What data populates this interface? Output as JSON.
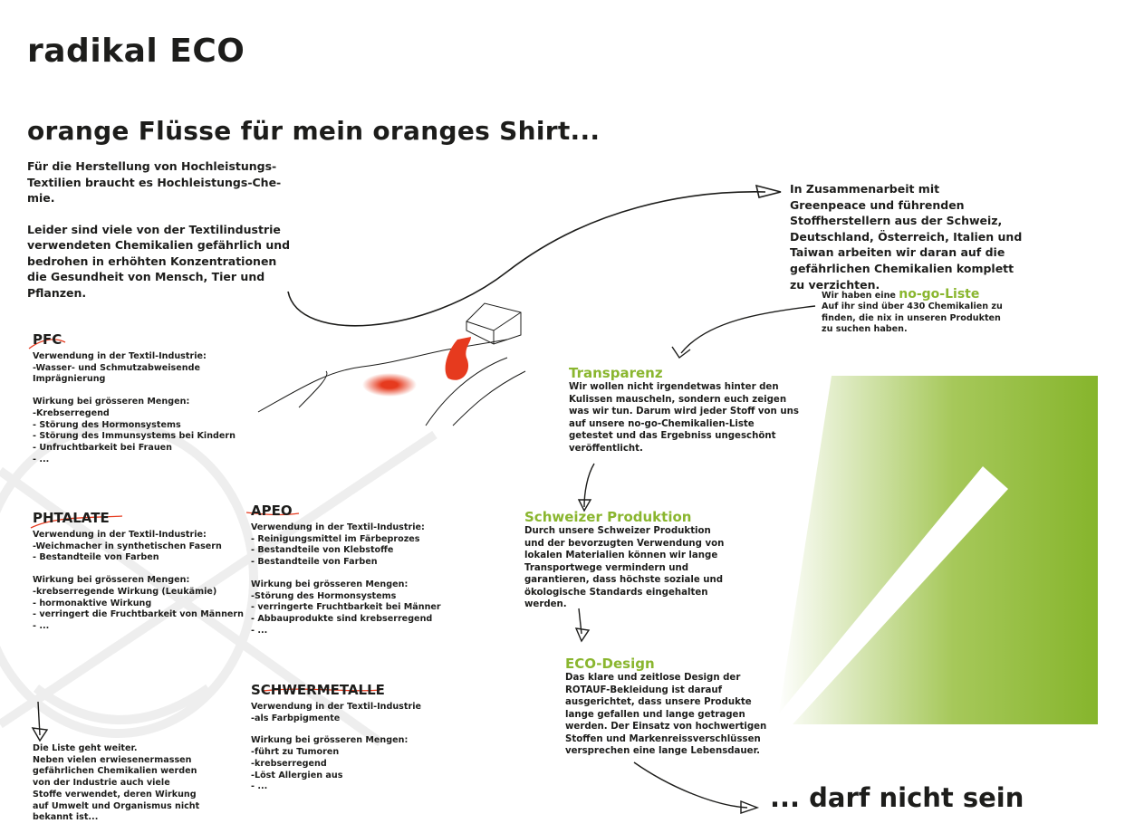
{
  "header": {
    "logo": "radikal  ECO",
    "headline": "orange Flüsse für mein oranges  Shirt..."
  },
  "intro": {
    "p1": "Für die Herstellung von Hochleistungs-\nTextilien braucht es Hochleistungs-Che-\nmie.",
    "p2": "Leider sind viele von der Textilindustrie\nverwendeten Chemikalien gefährlich und\nbedrohen in erhöhten Konzentrationen\ndie Gesundheit von Mensch, Tier und\nPflanzen."
  },
  "chemicals": [
    {
      "name": "PFC",
      "usage": "Verwendung in der Textil-Industrie:\n-Wasser- und Schmutzabweisende\n   Imprägnierung",
      "effects": "Wirkung bei grösseren Mengen:\n-Krebserregend\n- Störung des Hormonsystems\n- Störung des Immunsystems bei Kindern\n- Unfruchtbarkeit bei Frauen\n- ..."
    },
    {
      "name": "PHTALATE",
      "usage": "Verwendung in der Textil-Industrie:\n-Weichmacher in synthetischen Fasern\n- Bestandteile von Farben",
      "effects": "Wirkung bei grösseren Mengen:\n-krebserregende Wirkung (Leukämie)\n- hormonaktive Wirkung\n- verringert die Fruchtbarkeit von Männern\n- ..."
    },
    {
      "name": "APEO",
      "usage": "Verwendung in der Textil-Industrie:\n- Reinigungsmittel im Färbeprozes\n- Bestandteile von Klebstoffe\n- Bestandteile von Farben",
      "effects": "Wirkung bei grösseren Mengen:\n-Störung des Hormonsystems\n- verringerte Fruchtbarkeit bei Männer\n- Abbauprodukte sind krebserregend\n- ..."
    },
    {
      "name": "SCHWERMETALLE",
      "usage": "Verwendung in der Textil-Industrie\n-als Farbpigmente",
      "effects": "Wirkung bei grösseren Mengen:\n-führt zu Tumoren\n-krebserregend\n-Löst Allergien aus\n- ..."
    }
  ],
  "list_continues": "Die Liste geht weiter.\nNeben vielen erwiesenermassen\ngefährlichen Chemikalien werden\nvon der Industrie auch viele\nStoffe verwendet, deren Wirkung\nauf Umwelt und Organismus nicht\nbekannt ist...",
  "cooperation": "In Zusammenarbeit mit\nGreenpeace und führenden\nStoffherstellern aus der Schweiz,\nDeutschland, Österreich, Italien und\nTaiwan arbeiten wir daran auf die\ngefährlichen Chemikalien komplett\nzu verzichten.",
  "nogo": {
    "prefix": "Wir haben eine ",
    "highlight": "no-go-Liste",
    "body": "Auf ihr sind über 430 Chemikalien zu\nfinden, die nix in unseren Produkten\nzu suchen haben."
  },
  "pillars": [
    {
      "title": "Transparenz",
      "body": "Wir wollen nicht irgendetwas hinter den\nKulissen mauscheln, sondern euch zeigen\nwas wir tun. Darum wird jeder Stoff von uns\nauf unsere no-go-Chemikalien-Liste\ngetestet und das Ergebniss ungeschönt\nveröffentlicht."
    },
    {
      "title": "Schweizer Produktion",
      "body": "Durch unsere Schweizer Produktion\nund der bevorzugten Verwendung von\nlokalen Materialien können wir lange\nTransportwege vermindern und\ngarantieren, dass höchste soziale und\nökologische Standards eingehalten\nwerden."
    },
    {
      "title": "ECO-Design",
      "body": "Das klare und zeitlose Design der\nROTAUF-Bekleidung ist darauf\nausgerichtet, dass unsere Produkte\nlange gefallen und lange getragen\nwerden. Der Einsatz von hochwertigen\nStoffen und Markenreissverschlüssen\nversprechen eine lange Lebensdauer."
    }
  ],
  "closing": "... darf nicht sein",
  "colors": {
    "green": "#8ab62f",
    "red": "#e63a1e",
    "text": "#1d1d1b"
  }
}
